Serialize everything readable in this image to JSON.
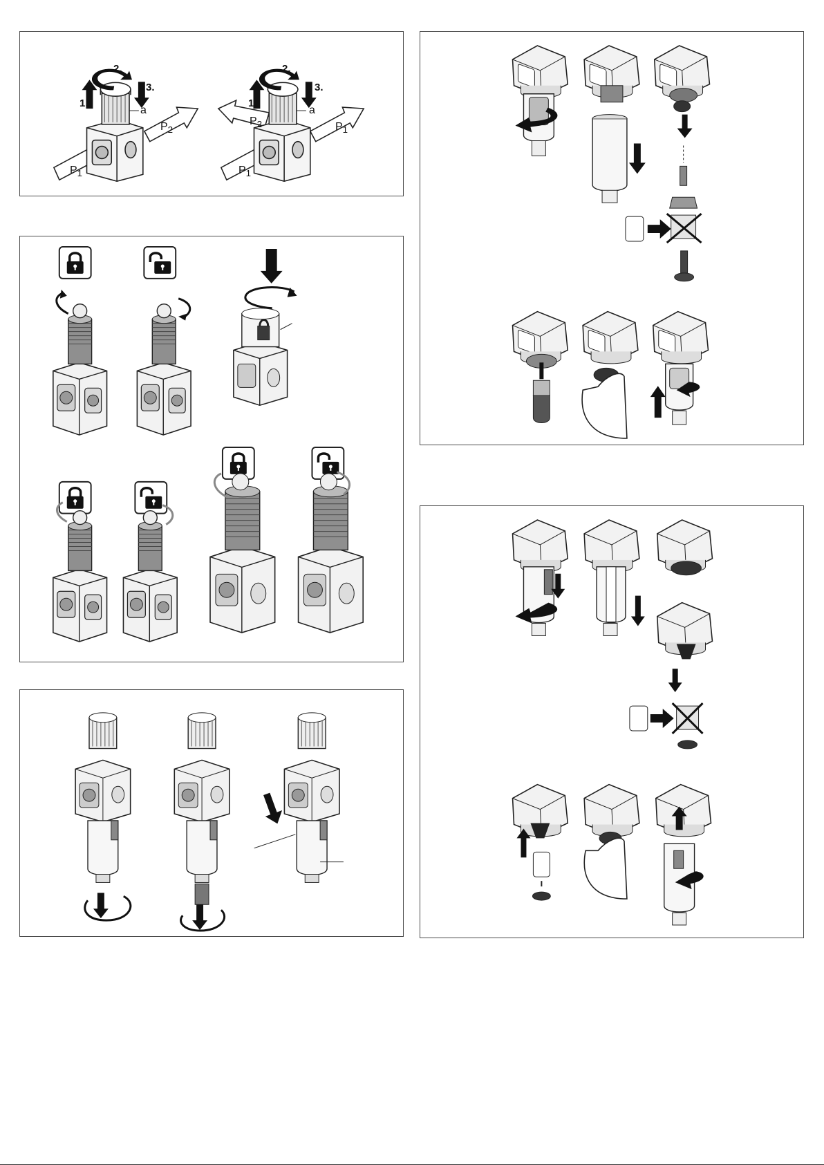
{
  "fig1": {
    "left": {
      "step1": "1.",
      "step2": "2.",
      "step3": "3.",
      "callout": "a",
      "p1": "P",
      "p1sub": "1",
      "p2": "P",
      "p2sub": "2"
    },
    "right": {
      "step1": "1.",
      "step2": "2.",
      "step3": "3.",
      "callout": "a",
      "p1": "P",
      "p1sub": "1",
      "p2": "P",
      "p2sub": "2",
      "p1b": "P",
      "p1bsub": "1"
    }
  },
  "colors": {
    "line": "#222222",
    "body": "#f2f2f2",
    "grey": "#9a9a9a",
    "dark": "#3a3a3a",
    "border": "#4a4a4a"
  },
  "icons": [
    "lock-closed-icon",
    "lock-open-icon",
    "rotate-arrow-icon",
    "down-arrow-icon",
    "filter-cartridge-icon",
    "cross-out-icon"
  ]
}
